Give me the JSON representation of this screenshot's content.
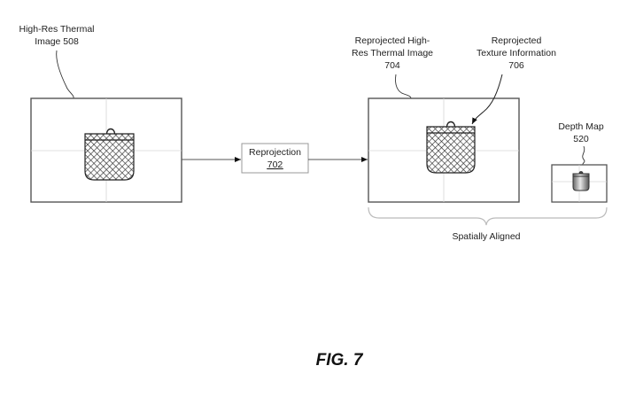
{
  "figure_label": "FIG. 7",
  "source_image": {
    "label_line1": "High-Res Thermal",
    "label_line2": "Image 508"
  },
  "process": {
    "label": "Reprojection",
    "ref": "702"
  },
  "reprojected_image": {
    "label_line1": "Reprojected High-",
    "label_line2": "Res Thermal Image",
    "label_line3": "704"
  },
  "texture_info": {
    "label_line1": "Reprojected",
    "label_line2": "Texture Information",
    "label_line3": "706"
  },
  "depth_map": {
    "label_line1": "Depth Map",
    "label_line2": "520"
  },
  "grouping": {
    "label": "Spatially Aligned"
  }
}
